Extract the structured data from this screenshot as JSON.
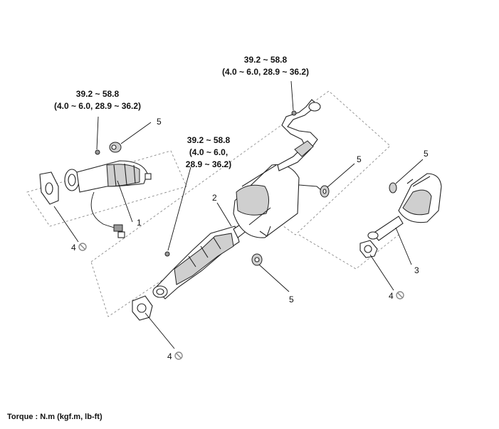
{
  "torque_specs": {
    "left": {
      "line1": "39.2 ~ 58.8",
      "line2": "(4.0 ~ 6.0, 28.9 ~ 36.2)"
    },
    "top": {
      "line1": "39.2 ~ 58.8",
      "line2": "(4.0 ~ 6.0, 28.9 ~ 36.2)"
    },
    "middle": {
      "line1": "39.2 ~ 58.8",
      "line2": "(4.0 ~ 6.0,",
      "line3": "28.9 ~ 36.2)"
    }
  },
  "callouts": {
    "front_pipe": "1",
    "center_muffler": "2",
    "main_muffler": "3",
    "gasket_left": "4",
    "gasket_center": "4",
    "gasket_right": "4",
    "hanger_upper_left": "5",
    "hanger_center": "5",
    "hanger_lower_center": "5",
    "hanger_right": "5"
  },
  "footer": {
    "note": "Torque : N.m (kgf.m, lb-ft)"
  },
  "icons": {
    "do_not_reuse": "do-not-reuse-icon"
  },
  "colors": {
    "line": "#222222",
    "dashed_frame": "#8a8a8a",
    "shade": "#cfcfcf"
  }
}
